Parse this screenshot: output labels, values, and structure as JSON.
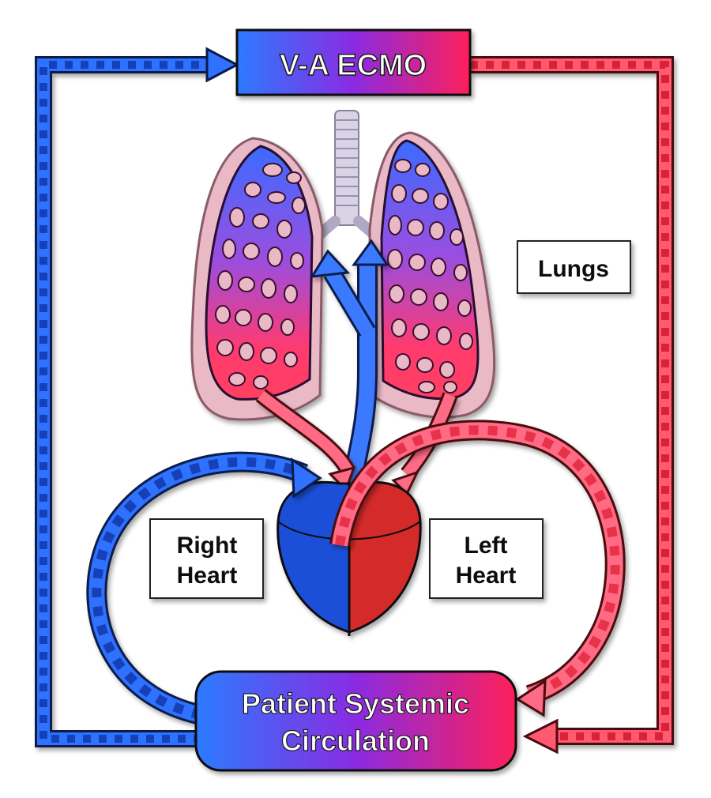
{
  "title": "V-A ECMO",
  "labels": {
    "lungs": "Lungs",
    "right_heart_line1": "Right",
    "right_heart_line2": "Heart",
    "left_heart_line1": "Left",
    "left_heart_line2": "Heart",
    "systemic_line1": "Patient Systemic",
    "systemic_line2": "Circulation"
  },
  "colors": {
    "venous_blue": "#1f5fe6",
    "arterial_red": "#f0304f",
    "lung_pink": "#e8b6c4",
    "heart_blue": "#1f4fd8",
    "heart_red": "#d42a2a",
    "gradient_mid": "#8a2be2"
  }
}
